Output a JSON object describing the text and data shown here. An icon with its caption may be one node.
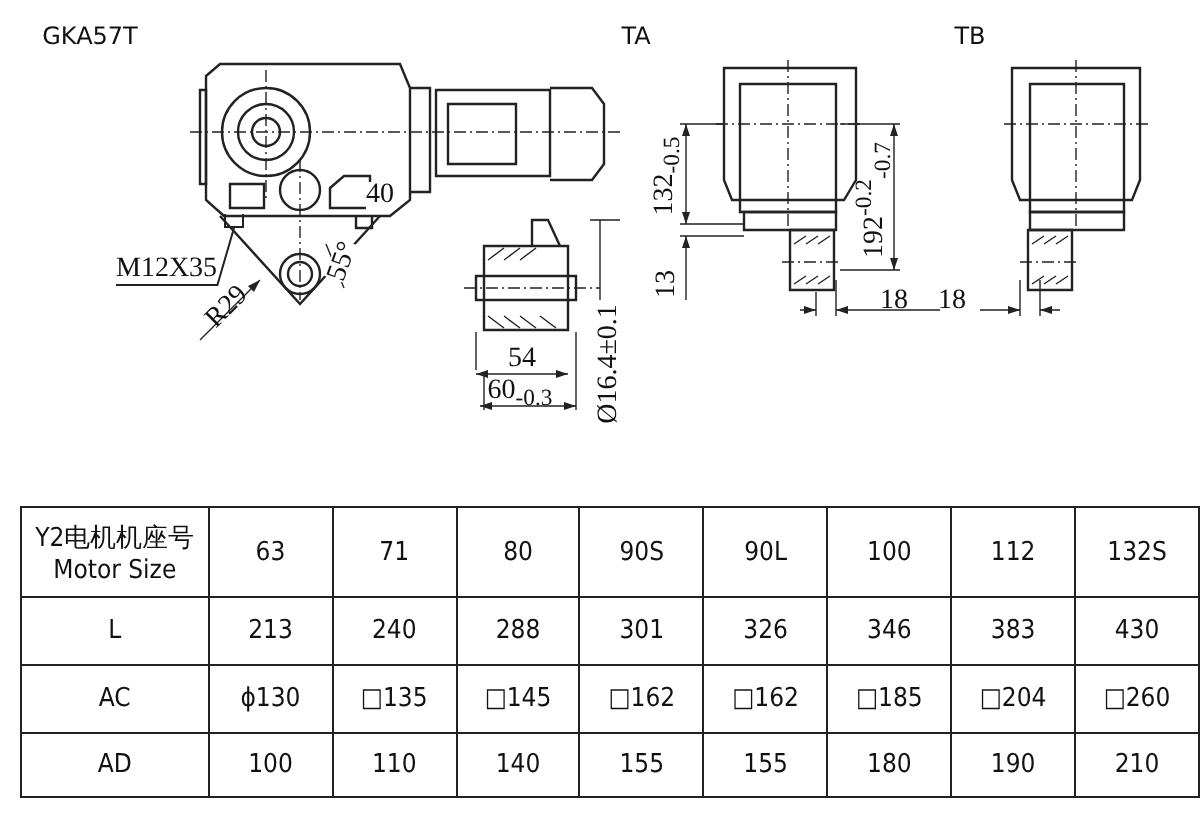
{
  "diagram": {
    "nodes": [
      {
        "text": [
          "M12X35"
        ]
      },
      {
        "text": [],
        "shape": "box"
      }
    ],
    "edges": [
      {
        "from": 0,
        "to": 1,
        "arrow": "none"
      }
    ],
    "labels": [
      "GKA57T",
      "TA",
      "TB",
      "40",
      "132$_{-0.5}$",
      "192$^{-0.2}$$_{-0.7}$",
      "R29",
      "55°",
      "13",
      "18",
      "18",
      "54",
      "60$_{-0.3}$",
      "Ø16.4±0.1",
      "Y2电机机座号 Motor Size",
      "63",
      "71",
      "80",
      "90S",
      "90L",
      "100",
      "112",
      "132S",
      "L",
      "213",
      "240",
      "288",
      "301",
      "326",
      "346",
      "383",
      "430",
      "AC",
      "ϕ130",
      "□135",
      "□145",
      "□162",
      "□162",
      "□185",
      "□204",
      "□260",
      "AD",
      "100",
      "110",
      "140",
      "155",
      "155",
      "180",
      "190",
      "210"
    ]
  }
}
